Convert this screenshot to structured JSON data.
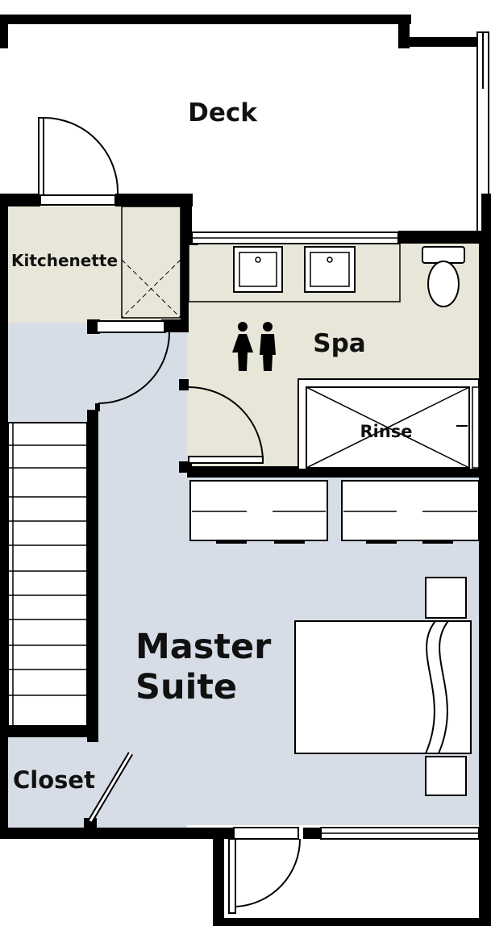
{
  "rooms": {
    "deck": "Deck",
    "kitchenette": "Kitchenette",
    "spa": "Spa",
    "rinse": "Rinse",
    "master_suite_line1": "Master",
    "master_suite_line2": "Suite",
    "closet": "Closet"
  },
  "icons": {
    "restroom": "restroom-icon"
  },
  "colors": {
    "suite_floor": "#d7dde6",
    "wet_area_floor": "#e8e6d8",
    "wall": "#000000",
    "background": "#ffffff"
  }
}
